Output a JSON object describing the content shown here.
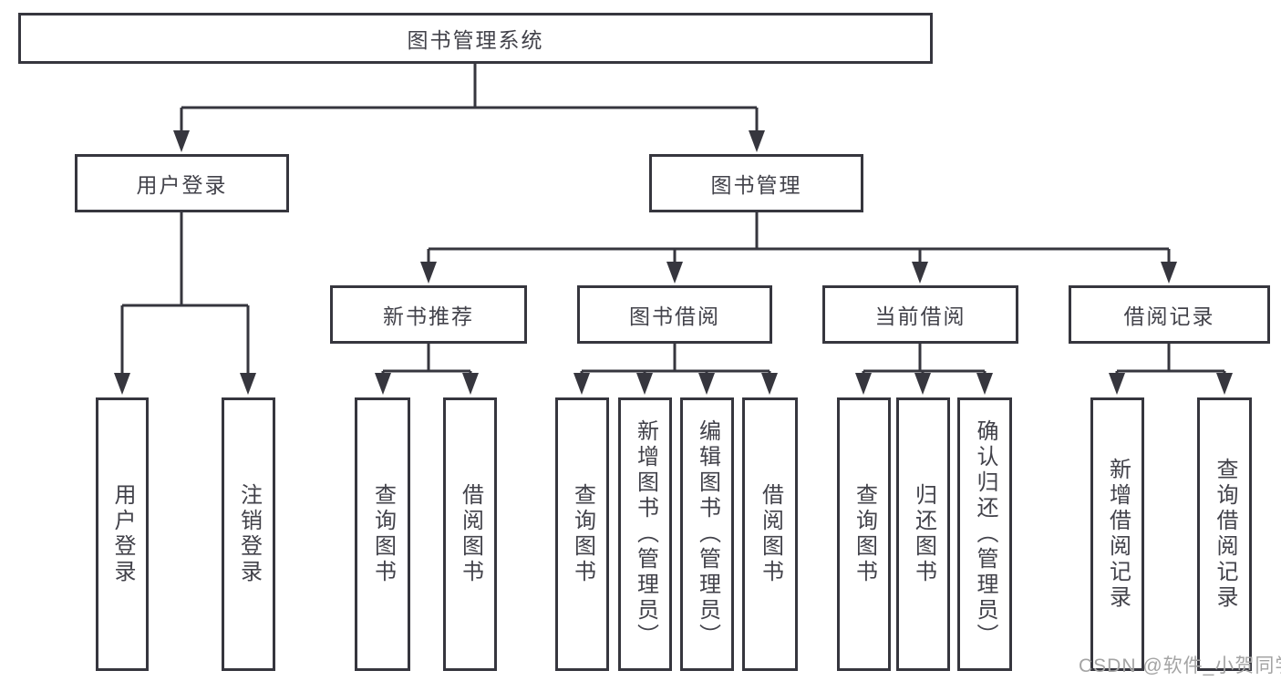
{
  "diagram_title": "图书管理系统",
  "colors": {
    "line": "#36363e",
    "box_border": "#36363e",
    "box_bg": "#ffffff",
    "text": "#42424a",
    "watermark": "#a4a4a4",
    "background": "#ffffff"
  },
  "icons": {
    "arrowhead": "filled-triangle-down"
  },
  "tree": {
    "label": "图书管理系统",
    "children": [
      {
        "label": "用户登录",
        "children": [
          {
            "label": "用户登录"
          },
          {
            "label": "注销登录"
          }
        ]
      },
      {
        "label": "图书管理",
        "children": [
          {
            "label": "新书推荐",
            "children": [
              {
                "label": "查询图书"
              },
              {
                "label": "借阅图书"
              }
            ]
          },
          {
            "label": "图书借阅",
            "children": [
              {
                "label": "查询图书"
              },
              {
                "label": "新增图书（管理员）"
              },
              {
                "label": "编辑图书（管理员）"
              },
              {
                "label": "借阅图书"
              }
            ]
          },
          {
            "label": "当前借阅",
            "children": [
              {
                "label": "查询图书"
              },
              {
                "label": "归还图书"
              },
              {
                "label": "确认归还（管理员）"
              }
            ]
          },
          {
            "label": "借阅记录",
            "children": [
              {
                "label": "新增借阅记录"
              },
              {
                "label": "查询借阅记录"
              }
            ]
          }
        ]
      }
    ]
  },
  "watermark": {
    "text": "CSDN @软件_小贺同学"
  }
}
